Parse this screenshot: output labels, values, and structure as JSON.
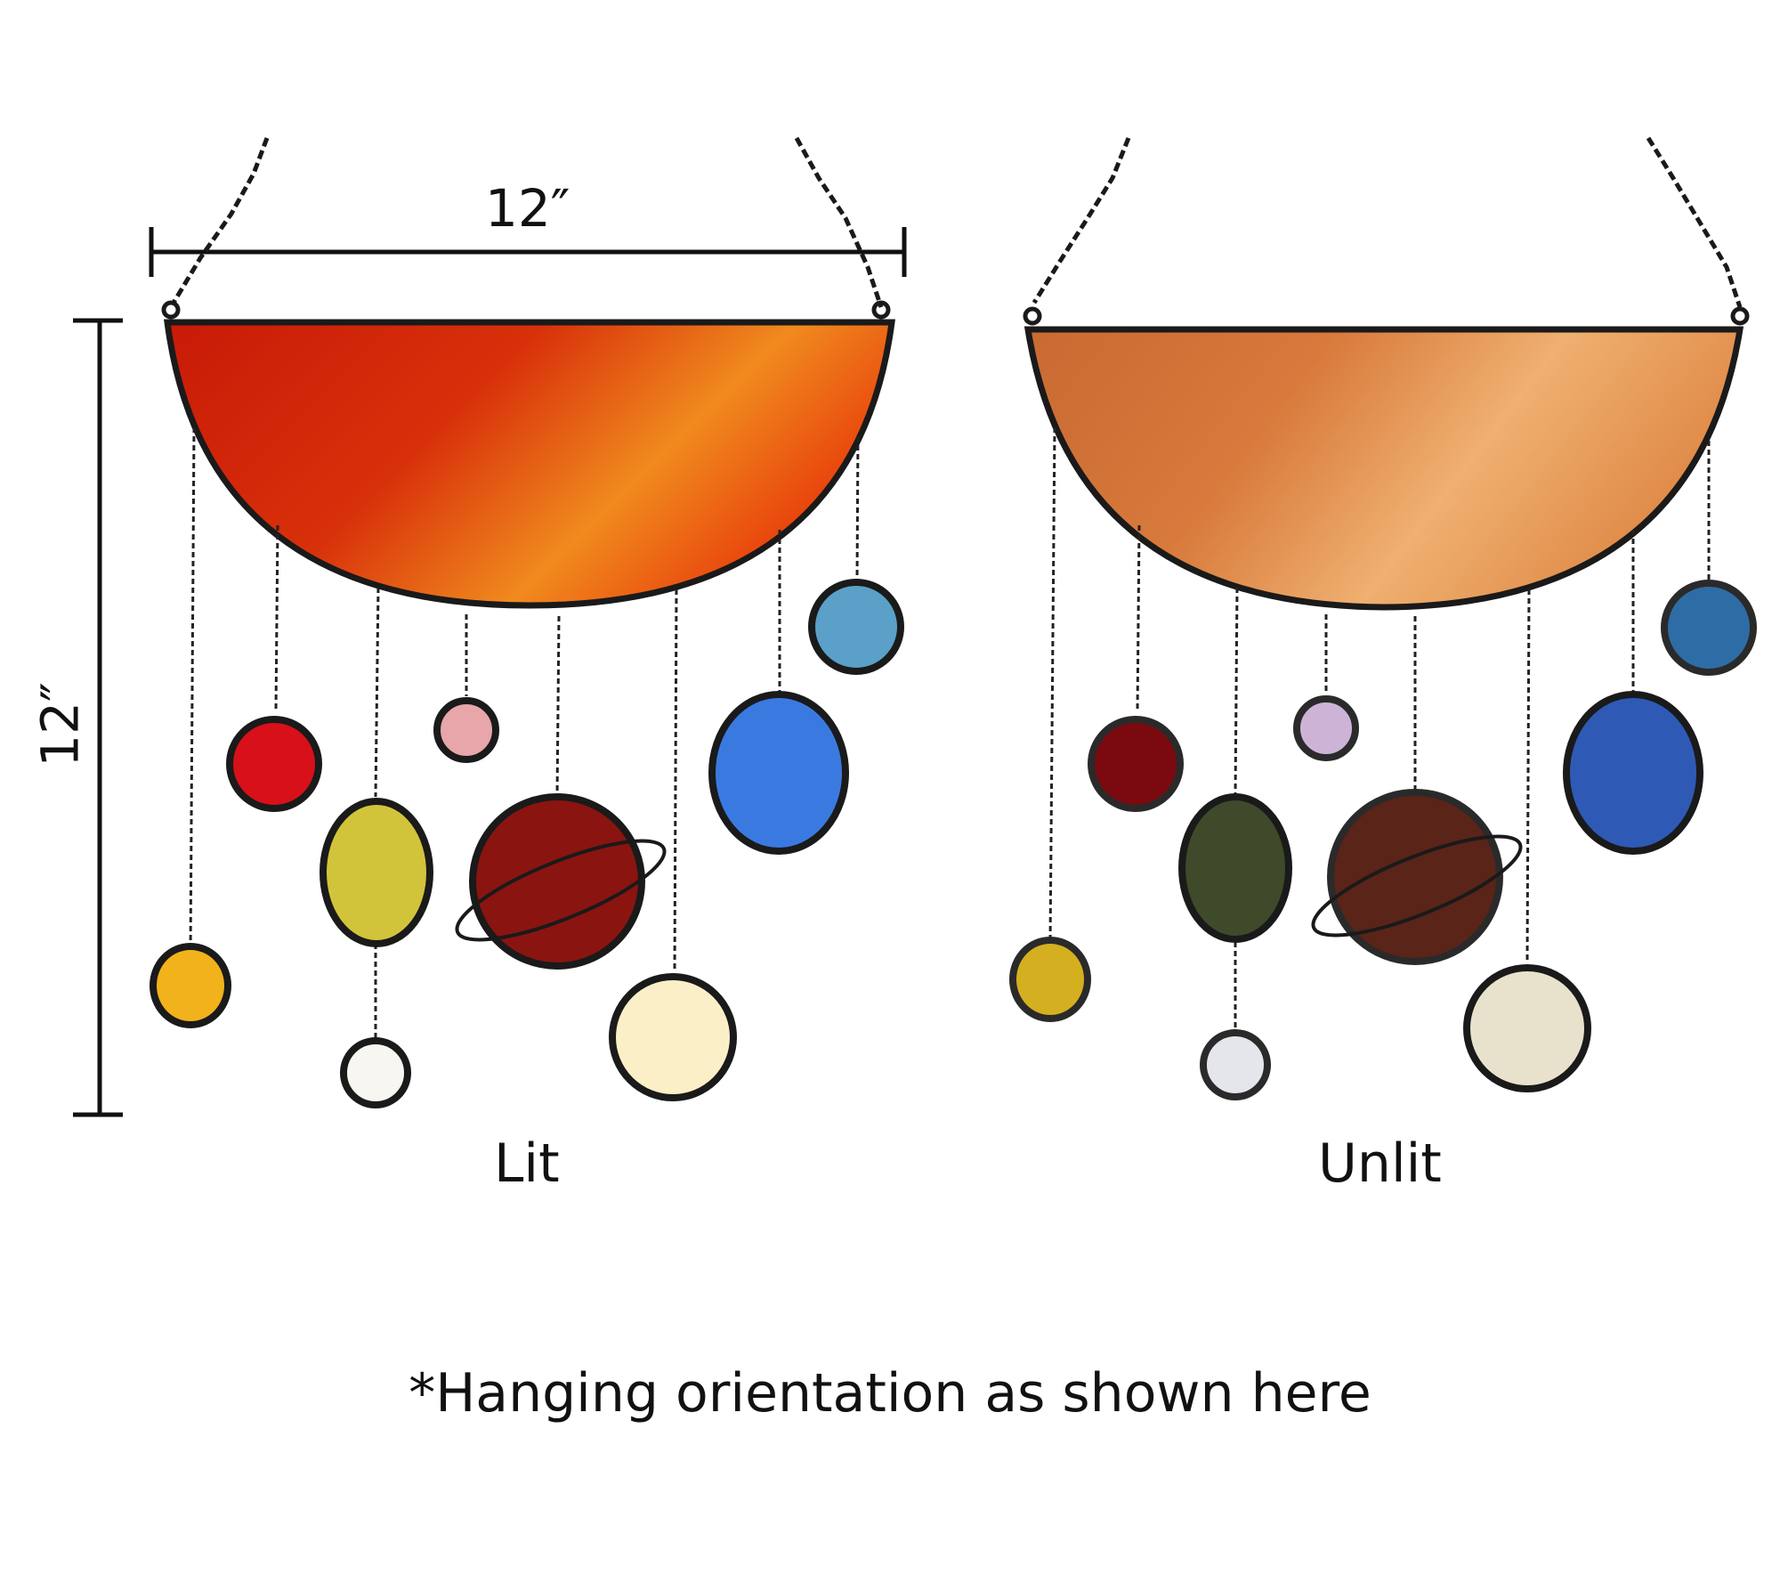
{
  "labels": {
    "lit": "Lit",
    "unlit": "Unlit",
    "note": "*Hanging orientation as shown here"
  },
  "dimensions": {
    "width": "12″",
    "height": "12″"
  },
  "panels": [
    {
      "state": "lit",
      "sun_colors": [
        "#c81a08",
        "#e8420c",
        "#f08a1e"
      ],
      "planet_colors": [
        "#f2b21c",
        "#d8101a",
        "#d2c43a",
        "#f8f6f0",
        "#e6a6aa",
        "#8a1410",
        "#fbefc8",
        "#3a7ae0",
        "#5aa0c8"
      ]
    },
    {
      "state": "unlit",
      "sun_colors": [
        "#c86a32",
        "#e08a48",
        "#efb070"
      ],
      "planet_colors": [
        "#d4b020",
        "#7a0a10",
        "#3e4a2a",
        "#e4e6ec",
        "#cdb4d6",
        "#5a2418",
        "#e8e2cc",
        "#2e5ab6",
        "#2e6ca6"
      ]
    }
  ]
}
